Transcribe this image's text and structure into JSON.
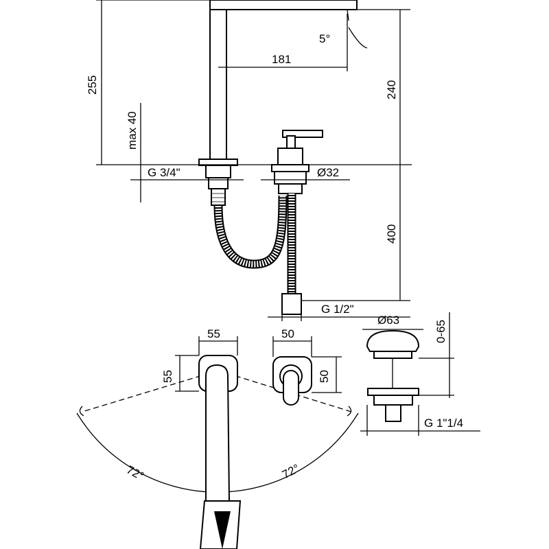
{
  "dimensions": {
    "spout_total_height": "255",
    "max_deck_thickness": "max 40",
    "spout_reach": "181",
    "spout_angle": "5°",
    "spout_outlet_height": "240",
    "spout_thread": "G 3/4\"",
    "mixer_diameter": "Ø32",
    "hose_length": "400",
    "hose_thread": "G 1/2\"",
    "spout_base_width": "55",
    "spout_base_depth": "55",
    "mixer_base_width": "50",
    "mixer_base_depth": "50",
    "drain_diameter": "Ø63",
    "drain_lift": "0-65",
    "drain_thread": "G 1\"1/4",
    "swivel_left": "72°",
    "swivel_right": "72°"
  }
}
